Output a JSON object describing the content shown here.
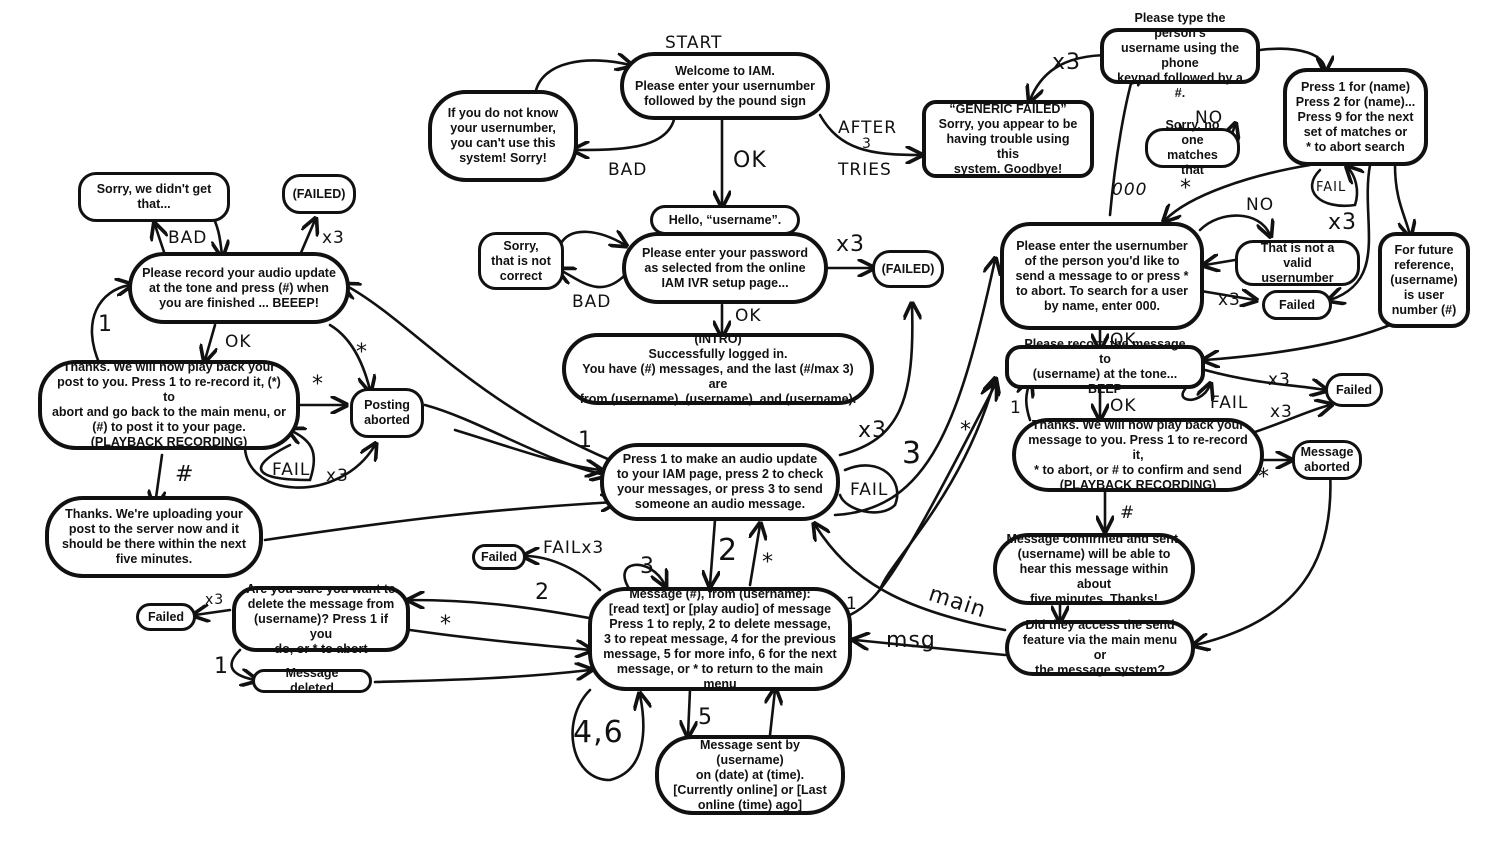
{
  "diagram": {
    "nodes": {
      "welcome": "Welcome to IAM.\nPlease enter your usernumber\nfollowed by the pound sign",
      "unknown_user": "If you do not know\nyour usernumber,\nyou can't use this\nsystem! Sorry!",
      "generic_failed": "“GENERIC FAILED”\nSorry, you appear to be\nhaving trouble using this\nsystem. Goodbye!",
      "type_username": "Please type the person's\nusername using the phone\nkeypad followed by a #.",
      "no_match": "Sorry, no one\nmatches that",
      "name_matches": "Press 1 for (name)\nPress 2 for (name)...\nPress 9 for the next\nset of matches or\n* to abort search",
      "hello": "Hello, “username”.",
      "enter_password": "Please enter your password\nas selected from the online\nIAM IVR setup page...",
      "not_correct": "Sorry,\nthat is not\ncorrect",
      "failed_password": "(FAILED)",
      "intro": "(INTRO)\nSuccessfully logged in.\nYou have (#) messages, and the last (#/max 3) are\nfrom (username), (username), and (username).",
      "main_menu": "Press 1 to make an audio update\nto your IAM page, press 2 to check\nyour messages, or press 3 to send\nsomeone an audio message.",
      "didnt_get": "Sorry, we didn't get\nthat...",
      "failed_record": "(FAILED)",
      "record_update": "Please record your audio update\nat the tone and press (#) when\nyou are finished ... BEEEP!",
      "playback_post": "Thanks. We will now play back your\npost to you. Press 1 to re-record it, (*) to\nabort and go back to the main menu, or\n(#) to post it to your page.\n(PLAYBACK RECORDING)",
      "posting_aborted": "Posting\naborted",
      "uploading": "Thanks. We're uploading your\npost to the server now and it\nshould be there within the next\nfive minutes.",
      "enter_recipient": "Please enter the usernumber\nof the person you'd like to\nsend a message to or press *\nto abort. To search for a user\nby name, enter 000.",
      "not_valid": "That is not a\nvalid usernumber",
      "failed_recipient": "Failed",
      "future_reference": "For future\nreference,\n(username)\nis user\nnumber (#)",
      "record_message": "Please record the message to\n(username) at the tone... BEEP",
      "failed_message": "Failed",
      "playback_message": "Thanks. We will now play back your\nmessage to you. Press 1 to re-record it,\n* to abort, or # to confirm and send\n(PLAYBACK RECORDING)",
      "message_aborted": "Message\naborted",
      "message_sent": "Message confirmed and sent.\n(username) will be able to\nhear this message within about\nfive minutes. Thanks!",
      "access_route": "Did they access the send\nfeature via the main menu or\nthe message system?",
      "failed_inbox": "Failed",
      "delete_confirm": "Are you sure you want to\ndelete the message from\n(username)? Press 1 if you\ndo, or * to abort",
      "failed_delete": "Failed",
      "message_deleted": "Message deleted",
      "message_view": "Message (#), from (username):\n[read text] or [play audio] of message\nPress 1 to reply, 2 to delete message,\n3 to repeat message, 4 for the previous\nmessage, 5 for more info, 6 for the next\nmessage, or * to return to the main menu",
      "message_info": "Message sent by (username)\non (date) at (time).\n[Currently online] or [Last\nonline (time) ago]"
    },
    "labels": {
      "start": "START",
      "bad_user": "BAD",
      "ok_user": "OK",
      "after": "AFTER",
      "three": "3",
      "tries": "TRIES",
      "bad_pw": "BAD",
      "x3_pw": "x3",
      "ok_pw": "OK",
      "x3_generic": "x3",
      "no_search": "NO",
      "ooo": "000",
      "star_search": "*",
      "fail_search": "FAIL",
      "x3_search": "x3",
      "no_valid": "NO",
      "x3_recipient": "x3",
      "ok_recipient": "OK",
      "x3_record_msg": "x3",
      "fail_record_msg": "FAIL",
      "one_record_msg": "1",
      "ok_record_msg": "OK",
      "x3_playback_msg": "x3",
      "star_playback_msg": "*",
      "hash_playback_msg": "#",
      "bad_record": "BAD",
      "x3_record": "x3",
      "one_record": "1",
      "ok_record": "OK",
      "star_record": "*",
      "star_playback": "*",
      "fail_playback": "FAIL",
      "x3_playback": "x3",
      "hash_playback": "#",
      "one_main": "1",
      "x3_main": "x3",
      "three_main": "3",
      "fail_main": "FAIL",
      "star_main": "*",
      "two_main": "2",
      "three_repeat": "3",
      "star_return": "*",
      "fail_x3_inbox": "FAILx3",
      "two_delete": "2",
      "star_delete": "*",
      "x3_delete": "x3",
      "one_delete": "1",
      "one_reply": "1",
      "main": "main",
      "msg": "msg",
      "four_six": "4,6",
      "five": "5"
    }
  }
}
